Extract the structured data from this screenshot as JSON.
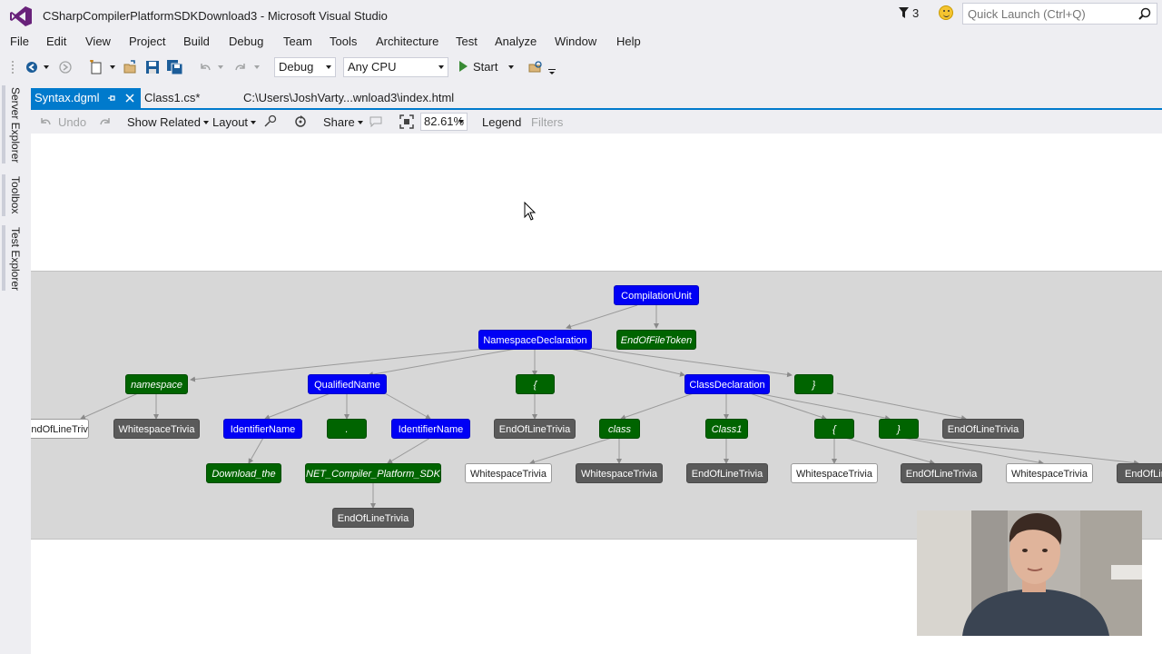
{
  "window": {
    "title": "CSharpCompilerPlatformSDKDownload3 - Microsoft Visual Studio"
  },
  "notifications": {
    "count": "3"
  },
  "quick_launch": {
    "placeholder": "Quick Launch (Ctrl+Q)"
  },
  "menu": [
    "File",
    "Edit",
    "View",
    "Project",
    "Build",
    "Debug",
    "Team",
    "Tools",
    "Architecture",
    "Test",
    "Analyze",
    "Window",
    "Help"
  ],
  "toolbar": {
    "config": "Debug",
    "platform": "Any CPU",
    "start_label": "Start"
  },
  "side_tabs": [
    "Server Explorer",
    "Toolbox",
    "Test Explorer"
  ],
  "tabs": [
    {
      "label": "Syntax.dgml",
      "active": true
    },
    {
      "label": "Class1.cs*"
    },
    {
      "label": "C:\\Users\\JoshVarty...wnload3\\index.html"
    }
  ],
  "doc_toolbar": {
    "undo": "Undo",
    "show_related": "Show Related",
    "layout": "Layout",
    "share": "Share",
    "zoom": "82.61%",
    "legend": "Legend",
    "filters": "Filters"
  },
  "graph": {
    "nodes": {
      "compilation_unit": "CompilationUnit",
      "namespace_declaration": "NamespaceDeclaration",
      "eof_token": "EndOfFileToken",
      "namespace_kw": "namespace",
      "qualified_name": "QualifiedName",
      "open_brace": "{",
      "class_declaration": "ClassDeclaration",
      "close_brace": "}",
      "eol_left": "EndOfLineTrivia",
      "ws_namespace": "WhitespaceTrivia",
      "identifier_name_1": "IdentifierName",
      "dot": ".",
      "identifier_name_2": "IdentifierName",
      "eol_open_brace": "EndOfLineTrivia",
      "class_kw": "class",
      "class1": "Class1",
      "class_open_brace": "{",
      "class_close_brace": "}",
      "eol_close_brace": "EndOfLineTrivia",
      "download_the": "Download_the",
      "net_compiler": "NET_Compiler_Platform_SDK",
      "ws_class_1": "WhitespaceTrivia",
      "ws_class_2": "WhitespaceTrivia",
      "eol_class1": "EndOfLineTrivia",
      "ws_brace_open": "WhitespaceTrivia",
      "eol_brace_open": "EndOfLineTrivia",
      "ws_brace_close": "WhitespaceTrivia",
      "eol_brace_close": "EndOfLineTrivia",
      "eol_net": "EndOfLineTrivia"
    }
  },
  "colors": {
    "accent": "#007acc",
    "syntax_node": "#0000f5",
    "token_node": "#006400",
    "trivia_dark": "#5a5a5a",
    "trivia_light": "#ffffff"
  }
}
